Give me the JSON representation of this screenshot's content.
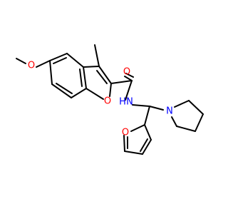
{
  "molecule": {
    "atom_labels": {
      "methoxy_O": "O",
      "furan_O": "O",
      "carbonyl_O": "O",
      "amide_N": "N",
      "amide_H": "H",
      "furyl_O": "O",
      "pyrrolidine_N": "N"
    },
    "colors": {
      "bond": "#000000",
      "oxygen": "#ff0000",
      "nitrogen": "#0000ff"
    }
  }
}
